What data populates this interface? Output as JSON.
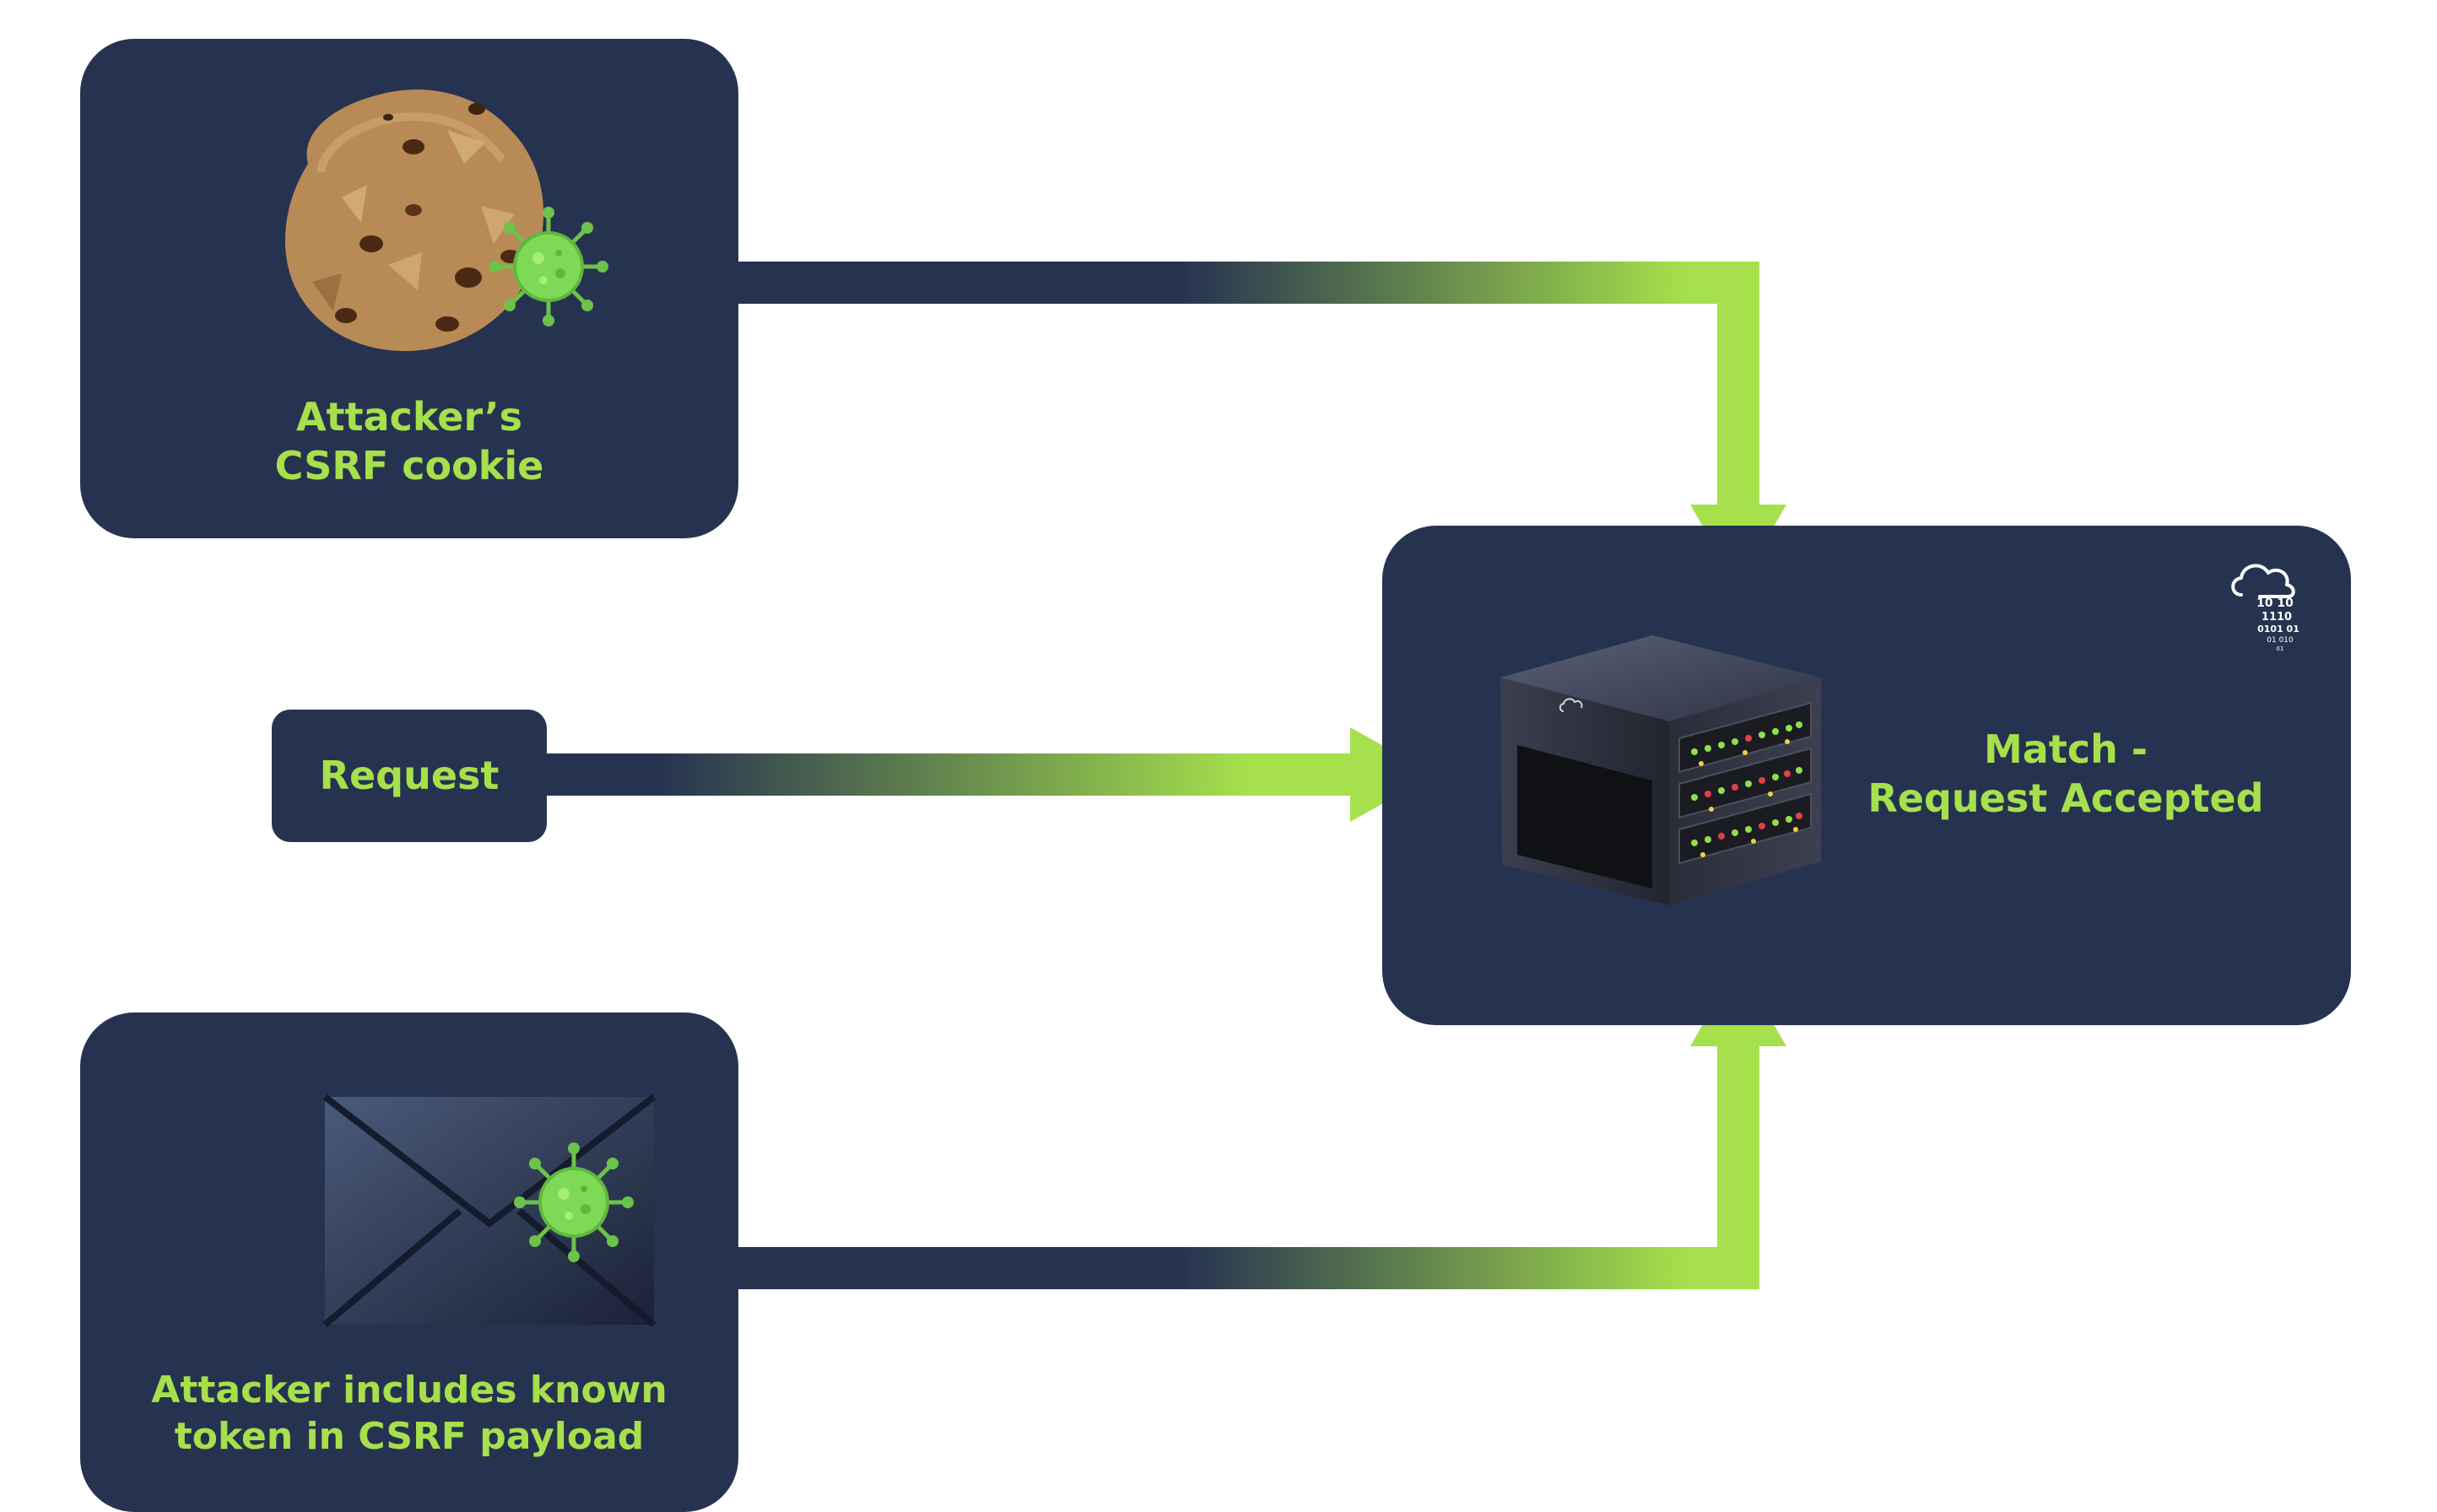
{
  "colors": {
    "panel": "#263350",
    "accent": "#a6e04c",
    "background": "#ffffff"
  },
  "nodes": {
    "cookie": {
      "icon": "cookie-with-virus-icon",
      "line1": "Attacker’s",
      "line2": "CSRF cookie"
    },
    "request": {
      "label": "Request"
    },
    "payload": {
      "icon": "envelope-with-virus-icon",
      "line1": "Attacker includes known",
      "line2": "token in CSRF payload"
    },
    "server": {
      "icon": "server-icon",
      "corner_icon": "cloud-binary-icon",
      "corner_binary": [
        "10 10",
        "1110",
        "0101 01",
        "01 010",
        "01"
      ],
      "line1": "Match -",
      "line2": "Request Accepted"
    }
  },
  "edges": [
    {
      "from": "cookie",
      "to": "server"
    },
    {
      "from": "request",
      "to": "server"
    },
    {
      "from": "payload",
      "to": "server"
    }
  ]
}
